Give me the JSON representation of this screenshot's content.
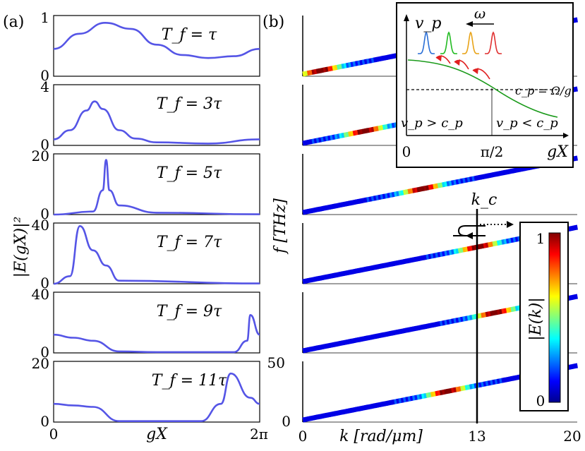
{
  "panel_labels": {
    "a": "(a)",
    "b": "(b)"
  },
  "panel_a": {
    "ylabel": "|E(gX)|²",
    "xlabel": "gX",
    "xticks": [
      "0",
      "2π"
    ],
    "line_color": "#5555e6",
    "subplots": [
      {
        "label": "T_f = τ",
        "yticks": [
          "1",
          "0"
        ]
      },
      {
        "label": "T_f = 3τ",
        "yticks": [
          "4",
          "0"
        ]
      },
      {
        "label": "T_f = 5τ",
        "yticks": [
          "20",
          "0"
        ]
      },
      {
        "label": "T_f = 7τ",
        "yticks": [
          "40",
          "0"
        ]
      },
      {
        "label": "T_f = 9τ",
        "yticks": [
          "40",
          "0"
        ]
      },
      {
        "label": "T_f = 11τ",
        "yticks": [
          "20",
          "0"
        ]
      }
    ]
  },
  "panel_b": {
    "ylabel": "f [THz]",
    "xlabel": "k [rad/μm]",
    "xticks": [
      "0",
      "13",
      "20"
    ],
    "ytick": "50",
    "ytick0": "0",
    "kc_label": "k_c",
    "colorbar": {
      "label": "|E(k)|",
      "max": "1",
      "min": "0"
    },
    "inset": {
      "ylabel": "v_p",
      "xlabel": "gX",
      "xticks": [
        "0",
        "π/2"
      ],
      "omega": "ω",
      "cp_label": "c_p = Ω/g",
      "region_left": "v_p > c_p",
      "region_right": "v_p < c_p",
      "pulse_colors": [
        "#2a6fd6",
        "#22bb22",
        "#e8a317",
        "#e03030"
      ]
    }
  },
  "chart_data": [
    {
      "type": "line",
      "panel": "(a)",
      "xlabel": "gX",
      "ylabel": "|E(gX)|²",
      "xlim": [
        0,
        6.283
      ],
      "series": [
        {
          "name": "T_f = τ",
          "ylim": [
            0,
            1
          ],
          "x": [
            0,
            0.785,
            1.571,
            2.356,
            3.142,
            3.927,
            4.712,
            5.498,
            6.283
          ],
          "y": [
            0.45,
            0.7,
            0.88,
            0.78,
            0.52,
            0.35,
            0.3,
            0.33,
            0.45
          ]
        },
        {
          "name": "T_f = 3τ",
          "ylim": [
            0,
            4
          ],
          "x": [
            0,
            0.5,
            1.0,
            1.25,
            1.5,
            2.0,
            2.5,
            3.14,
            4.71,
            6.283
          ],
          "y": [
            0.4,
            1.0,
            2.3,
            2.9,
            2.4,
            1.0,
            0.45,
            0.2,
            0.12,
            0.4
          ]
        },
        {
          "name": "T_f = 5τ",
          "ylim": [
            0,
            20
          ],
          "x": [
            0,
            1.2,
            1.5,
            1.6,
            1.7,
            2.0,
            3.14,
            6.283
          ],
          "y": [
            0,
            1,
            8,
            18,
            8,
            3,
            0.6,
            0.1
          ]
        },
        {
          "name": "T_f = 7τ",
          "ylim": [
            0,
            40
          ],
          "x": [
            0,
            0.5,
            0.8,
            1.2,
            1.6,
            2.0,
            6.283
          ],
          "y": [
            0,
            5,
            38,
            22,
            12,
            2,
            0.2
          ]
        },
        {
          "name": "T_f = 9τ",
          "ylim": [
            0,
            40
          ],
          "x": [
            0,
            0.6,
            1.2,
            2.0,
            3.14,
            5.5,
            5.9,
            6.0,
            6.283
          ],
          "y": [
            12,
            10,
            8,
            1,
            0.5,
            0.5,
            8,
            25,
            12
          ]
        },
        {
          "name": "T_f = 11τ",
          "ylim": [
            0,
            20
          ],
          "x": [
            0,
            0.6,
            1.2,
            2.0,
            4.5,
            5.1,
            5.4,
            6.0,
            6.283
          ],
          "y": [
            6,
            5.5,
            5,
            0.3,
            0.3,
            6,
            16,
            8,
            6
          ]
        }
      ]
    },
    {
      "type": "heatmap",
      "panel": "(b)",
      "xlabel": "k [rad/μm]",
      "ylabel": "f [THz]",
      "xlim": [
        0,
        20
      ],
      "kc": 13,
      "colorbar": {
        "label": "|E(k)|",
        "range": [
          0,
          1
        ]
      },
      "bands": [
        {
          "peak_k": 1.3
        },
        {
          "peak_k": 4.5
        },
        {
          "peak_k": 8.7
        },
        {
          "peak_k": 12.8
        },
        {
          "peak_k": 14.0
        },
        {
          "peak_k": 10.5
        }
      ]
    }
  ]
}
